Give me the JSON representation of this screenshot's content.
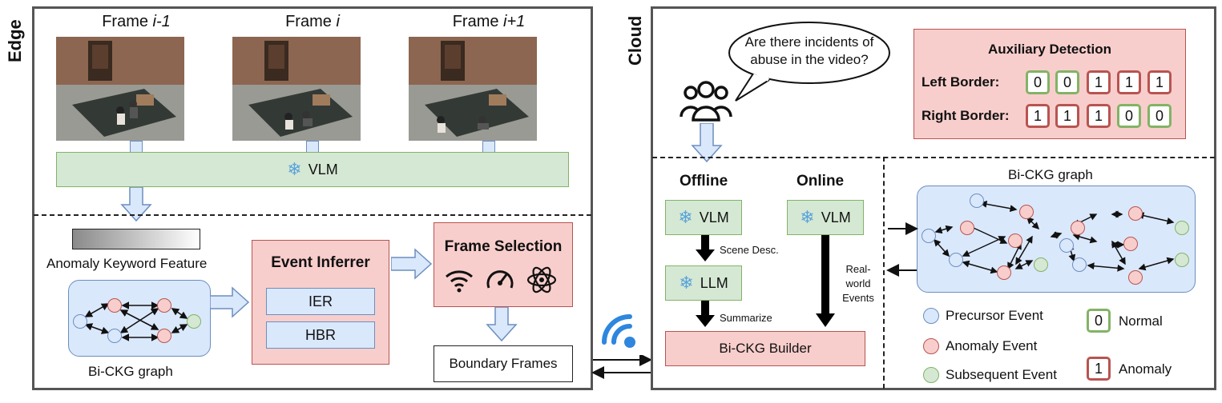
{
  "edge": {
    "label": "Edge",
    "frames": [
      {
        "prefix": "Frame ",
        "index": "i-1"
      },
      {
        "prefix": "Frame ",
        "index": "i"
      },
      {
        "prefix": "Frame ",
        "index": "i+1"
      }
    ],
    "vlm_label": "VLM",
    "anomaly_keyword_label": "Anomaly Keyword Feature",
    "graph_label": "Bi-CKG graph",
    "event_inferrer": {
      "title": "Event Inferrer",
      "items": [
        "IER",
        "HBR"
      ]
    },
    "frame_selection": {
      "title": "Frame Selection",
      "icons": [
        "wifi-icon",
        "speedometer-icon",
        "atom-icon"
      ]
    },
    "boundary_frames_label": "Boundary Frames"
  },
  "cloud": {
    "label": "Cloud",
    "query": "Are there incidents of abuse in the video?",
    "auxiliary": {
      "title": "Auxiliary Detection",
      "left_label": "Left Border:",
      "left_values": [
        "0",
        "0",
        "1",
        "1",
        "1"
      ],
      "right_label": "Right Border:",
      "right_values": [
        "1",
        "1",
        "1",
        "0",
        "0"
      ]
    },
    "offline": {
      "title": "Offline",
      "vlm": "VLM",
      "llm": "LLM",
      "scene_desc": "Scene Desc.",
      "summarize": "Summarize"
    },
    "online": {
      "title": "Online",
      "vlm": "VLM",
      "events": "Real-world Events"
    },
    "builder_label": "Bi-CKG Builder",
    "graph_title": "Bi-CKG graph",
    "legend": {
      "precursor": "Precursor Event",
      "anomaly": "Anomaly Event",
      "subsequent": "Subsequent Event",
      "normal_digit": "0",
      "normal": "Normal",
      "anomaly_digit": "1",
      "anomaly_label": "Anomaly"
    }
  },
  "colors": {
    "green_fill": "#d5e8d4",
    "green_stroke": "#82b366",
    "red_fill": "#f8cecc",
    "red_stroke": "#b85450",
    "blue_fill": "#dae8fc",
    "blue_stroke": "#6c8ebf",
    "wifi_blue": "#2e86de"
  }
}
